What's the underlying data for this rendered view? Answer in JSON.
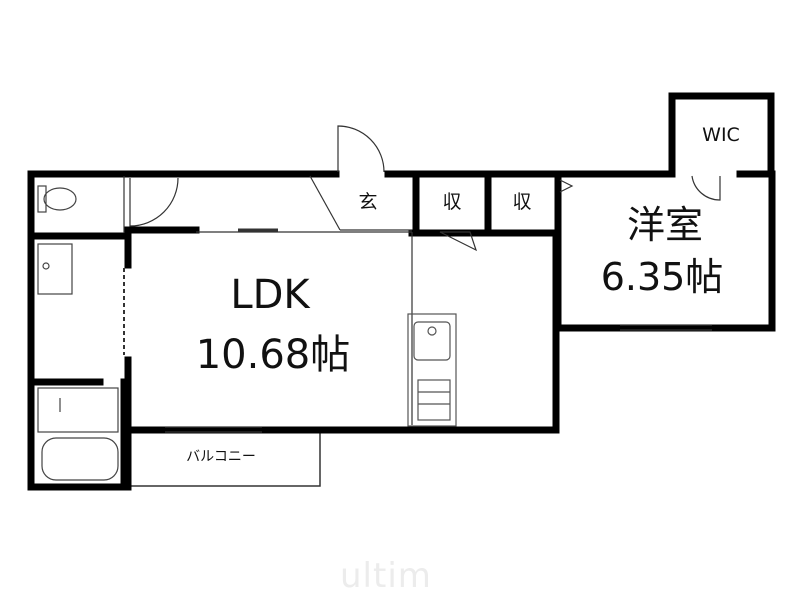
{
  "rooms": {
    "ldk": {
      "name": "LDK",
      "size": "10.68帖"
    },
    "western": {
      "name": "洋室",
      "size": "6.35帖"
    },
    "entrance": "玄",
    "storage1": "収",
    "storage2": "収",
    "wic": "WIC",
    "balcony": "バルコニー"
  },
  "watermark": "ultim",
  "colors": {
    "wall": "#000000",
    "fixture": "#555555",
    "thin": "#333333"
  }
}
